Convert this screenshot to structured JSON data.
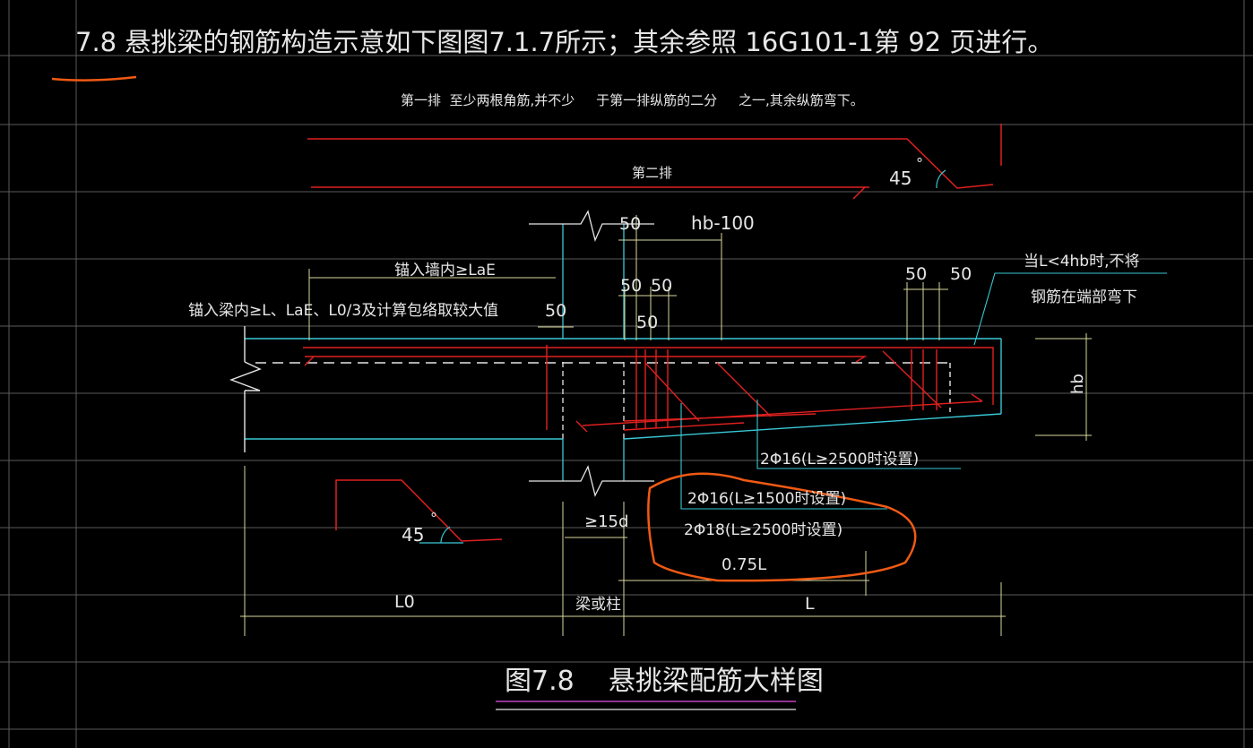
{
  "colors": {
    "background": "#000000",
    "grid": "#5a5a5a",
    "text": "#e6e6e6",
    "rebar": "#e02020",
    "outline": "#39c9d6",
    "dimension": "#d8d8a0",
    "annotation": "#f05a14",
    "underline": "#c040c0"
  },
  "header": {
    "title": "7.8 悬挑梁的钢筋构造示意如下图图7.1.7所示；其余参照 16G101-1第 92 页进行。"
  },
  "notes": {
    "first_row": "第一排  至少两根角筋,并不少     于第一排纵筋的二分     之一,其余纵筋弯下。",
    "second_row": "第二排",
    "anchor_wall": "锚入墙内≥LaE",
    "anchor_beam": "锚入梁内≥L、LaE、L0/3及计算包络取较大值",
    "end_note_1": "当L<4hb时,不将",
    "end_note_2": "钢筋在端部弯下",
    "bar_1": "2Φ16(L≥2500时设置)",
    "bar_2": "2Φ16(L≥1500时设置)",
    "bar_3": "2Φ18(L≥2500时设置)",
    "support_label": "梁或柱"
  },
  "dimensions": {
    "d50_a": "50",
    "hb100": "hb-100",
    "d50_b": "50",
    "d50_c": "50",
    "d50_d": "50",
    "d50_e": "50",
    "d50_f": "50",
    "d50_g": "50",
    "hb": "hb",
    "angle_top": "45",
    "angle_bottom": "45",
    "degree": "°",
    "l15d": "≥15d",
    "l075": "0.75L",
    "L0": "L0",
    "L": "L"
  },
  "caption": {
    "figure": "图7.8    悬挑梁配筋大样图"
  }
}
